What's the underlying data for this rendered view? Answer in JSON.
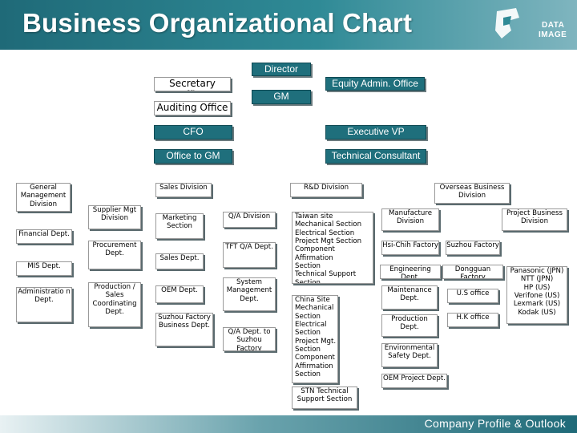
{
  "header": {
    "title": "Business Organizational Chart",
    "logo_line1": "DATA",
    "logo_line2": "IMAGE"
  },
  "top": {
    "director": "Director",
    "secretary": "Secretary Office",
    "equity": "Equity Admin. Office",
    "gm": "GM",
    "auditing": "Auditing Office",
    "cfo": "CFO",
    "exec_vp": "Executive VP",
    "office_gm": "Office to GM",
    "tech_consultant": "Technical Consultant"
  },
  "left": {
    "general_mgmt": "General Management Division",
    "financial": "Financial Dept.",
    "mis": "MIS Dept.",
    "administration": "Administratio n Dept."
  },
  "supplier": {
    "header": "Supplier Mgt Division",
    "procurement": "Procurement Dept.",
    "production": "Production / Sales Coordinating Dept."
  },
  "sales": {
    "header": "Sales Division",
    "marketing": "Marketing Section",
    "sales_dept": "Sales Dept.",
    "oem": "OEM Dept.",
    "suzhou_bd": "Suzhou Factory Business Dept."
  },
  "qa": {
    "header": "Q/A Division",
    "tft": "TFT Q/A Dept.",
    "system": "System Management Dept.",
    "qa_suzhou": "Q/A Dept. to Suzhou Factory"
  },
  "rnd": {
    "header": "R&D Division",
    "taiwan": [
      "Taiwan site",
      "Mechanical Section",
      "Electrical Section",
      "Project Mgt Section",
      "Component Affirmation",
      "Section",
      "Technical Support",
      "Section"
    ],
    "china": [
      "China Site",
      "Mechanical",
      "Section",
      "Electrical",
      "Section",
      "Project Mgt.",
      "Section",
      "Component",
      "Affirmation",
      "Section"
    ],
    "stn": "STN Technical Support Section"
  },
  "manufacture": {
    "header": "Manufacture Division",
    "hsichih": "Hsi-Chih Factory",
    "suzhou": "Suzhou Factory",
    "engineering": "Engineering Dept.",
    "dongguan": "Dongguan Factory",
    "maintenance": "Maintenance Dept.",
    "production": "Production Dept.",
    "environmental": "Environmental Safety Dept.",
    "oem_project": "OEM Project Dept."
  },
  "overseas": {
    "header": "Overseas Business Division",
    "us_office": "U.S office",
    "hk_office": "H.K office"
  },
  "project": {
    "header": "Project Business Division",
    "customers": [
      "Panasonic (JPN)",
      "NTT (JPN)",
      "HP (US)",
      "Verifone (US)",
      "Lexmark (US)",
      "Kodak (US)"
    ]
  },
  "footer": {
    "text": "Company Profile & Outlook"
  },
  "colors": {
    "teal": "#1f6f7c",
    "header": "#2f8a96"
  }
}
